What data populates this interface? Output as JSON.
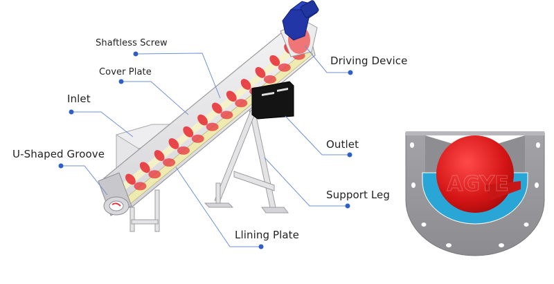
{
  "diagram": {
    "title": "Shaftless Screw Conveyor Structure",
    "labels": {
      "shaftless_screw": "Shaftless Screw",
      "cover_plate": "Cover Plate",
      "inlet": "Inlet",
      "u_shaped_groove": "U-Shaped Groove",
      "driving_device": "Driving Device",
      "outlet": "Outlet",
      "support_leg": "Support Leg",
      "lining_plate": "Llining Plate"
    },
    "watermark": "AGYE",
    "colors": {
      "leader_line": "#6f8fd6",
      "dot": "#2f5fc4",
      "screw": "#e8333a",
      "motor": "#2236a8",
      "lining": "#f1efb8",
      "liner_cross_section": "#2aa6d6",
      "frame": "#9a9a9e",
      "outlet_box": "#121212"
    }
  }
}
